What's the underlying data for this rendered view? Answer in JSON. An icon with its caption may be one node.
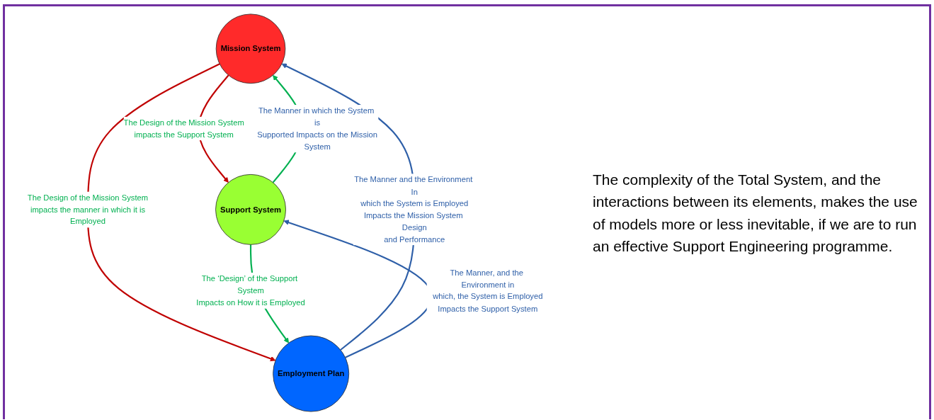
{
  "diagram": {
    "nodes": [
      {
        "text": [
          "Mission System"
        ]
      },
      {
        "text": [
          "Support System"
        ]
      },
      {
        "text": [
          "Employment Plan"
        ]
      }
    ],
    "edges": [
      {
        "from": 0,
        "to": 1,
        "arrow": "to",
        "label": "The Design of the Mission System impacts the Support System",
        "color": "#c00000"
      },
      {
        "from": 1,
        "to": 0,
        "arrow": "to",
        "label": "The Manner in which the System is Supported Impacts on the Mission System",
        "color": "#00b050"
      },
      {
        "from": 0,
        "to": 2,
        "arrow": "to",
        "label": "The Design of the Mission System impacts the manner in which it is Employed",
        "color": "#c00000"
      },
      {
        "from": 2,
        "to": 0,
        "arrow": "to",
        "label": "The Manner and the Environment In which the System is Employed Impacts the Mission System Design and Performance",
        "color": "#2e5fa8"
      },
      {
        "from": 2,
        "to": 1,
        "arrow": "to",
        "label": "The Manner, and the Environment in which, the System is Employed Impacts the Support System",
        "color": "#2e5fa8"
      },
      {
        "from": 1,
        "to": 2,
        "arrow": "to",
        "label": "The ‘Design’ of the Support System Impacts on How it is Employed",
        "color": "#00b050"
      }
    ],
    "labels": [
      "The complexity of the Total System, and the interactions between its elements, makes the use of models more or less inevitable, if we are to run an effective Support Engineering programme."
    ]
  }
}
